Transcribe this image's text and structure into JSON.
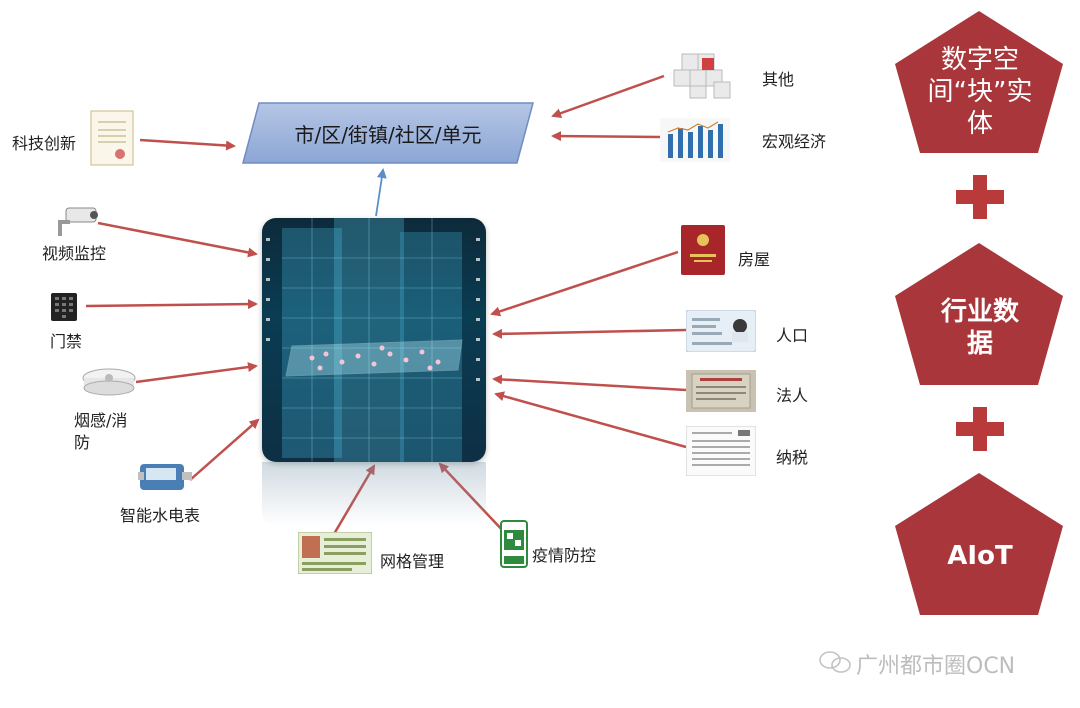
{
  "center": {
    "region_label": "市/区/街镇/社区/单元"
  },
  "left_sources": [
    {
      "label": "科技创新",
      "icon": "patent-certificate-icon"
    },
    {
      "label": "视频监控",
      "icon": "cctv-camera-icon"
    },
    {
      "label": "门禁",
      "icon": "keypad-access-icon"
    },
    {
      "label": "烟感/消防",
      "icon": "smoke-detector-icon"
    },
    {
      "label": "智能水电表",
      "icon": "water-meter-icon"
    }
  ],
  "right_sources": [
    {
      "label": "其他",
      "icon": "cubes-icon"
    },
    {
      "label": "宏观经济",
      "icon": "bar-chart-icon"
    },
    {
      "label": "房屋",
      "icon": "property-certificate-icon"
    },
    {
      "label": "人口",
      "icon": "id-card-icon"
    },
    {
      "label": "法人",
      "icon": "business-license-icon"
    },
    {
      "label": "纳税",
      "icon": "tax-document-icon"
    }
  ],
  "bottom_sources": [
    {
      "label": "网格管理",
      "icon": "grid-card-icon"
    },
    {
      "label": "疫情防控",
      "icon": "health-code-icon"
    }
  ],
  "formula": [
    {
      "text": "数字空间“块”实体"
    },
    {
      "text": "行业数据"
    },
    {
      "text": "AIoT"
    }
  ],
  "watermark": "广州都市圈OCN",
  "colors": {
    "pentagon": "#a9363a",
    "arrow": "#c0504d",
    "plus": "#b83a3a",
    "parallelogram_top": "#a9bde0",
    "parallelogram_bottom": "#8ea8d6",
    "up_arrow": "#5b8fc9"
  }
}
